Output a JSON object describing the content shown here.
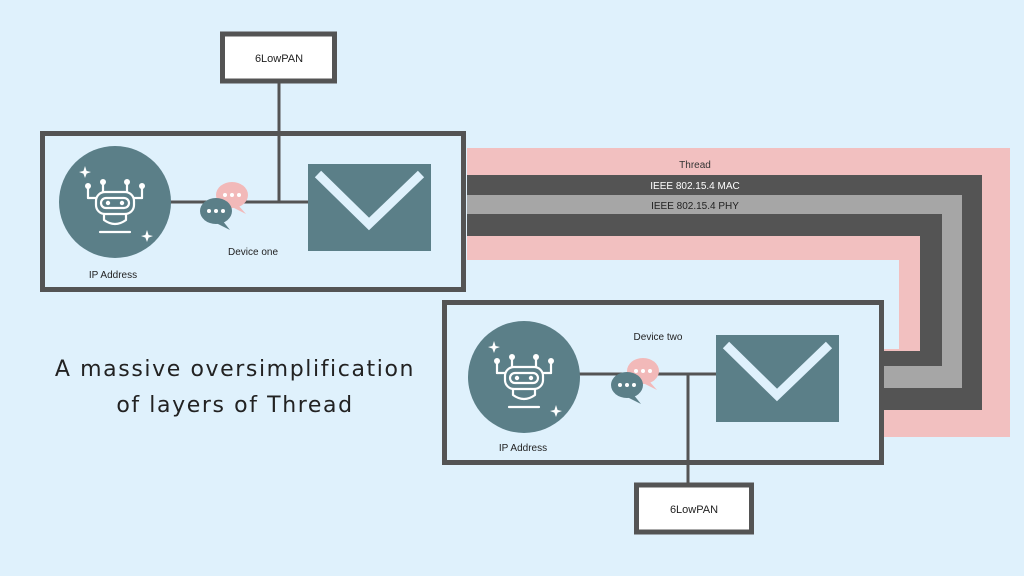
{
  "top_box": {
    "label": "6LowPAN"
  },
  "bottom_box": {
    "label": "6LowPAN"
  },
  "device_one": {
    "name": "Device one",
    "ip_label": "IP Address"
  },
  "device_two": {
    "name": "Device two",
    "ip_label": "IP Address"
  },
  "layers": {
    "thread": "Thread",
    "mac": "IEEE 802.15.4 MAC",
    "phy": "IEEE 802.15.4 PHY"
  },
  "caption": {
    "line1": "A massive oversimplification",
    "line2": "of layers of Thread"
  },
  "colors": {
    "background": "#dff1fc",
    "thread_band": "#f2c0c0",
    "mac_band": "#545454",
    "phy_band": "#a6a6a6",
    "frame": "#545454",
    "teal": "#5b7f88",
    "bubble_pink": "#f2b9b9"
  },
  "icons": [
    "robot-icon",
    "chat-bubble-icon",
    "envelope-icon",
    "sparkle-icon"
  ]
}
